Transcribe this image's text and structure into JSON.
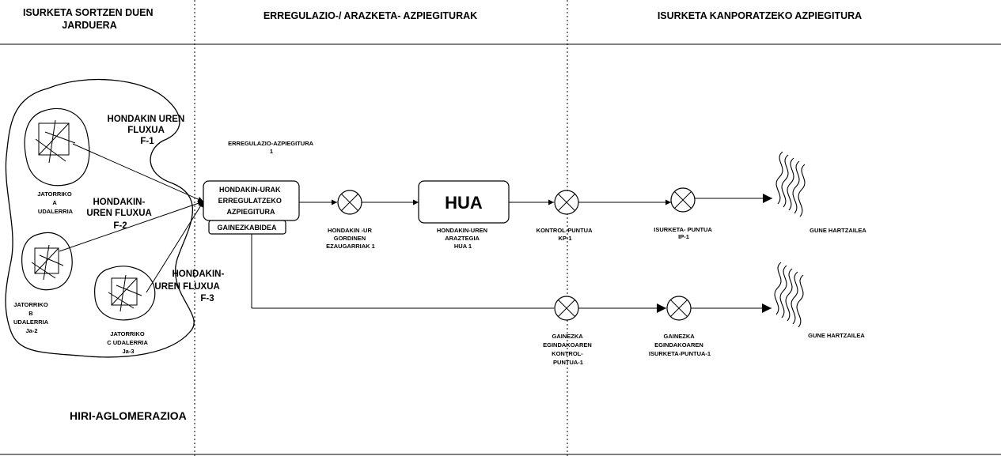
{
  "columns": {
    "col1": [
      "ISURKETA SORTZEN DUEN",
      "JARDUERA"
    ],
    "col2": "ERREGULAZIO-/ ARAZKETA- AZPIEGITURAK",
    "col3": "ISURKETA KANPORATZEKO AZPIEGITURA"
  },
  "agglomeration": "HIRI-AGLOMERAZIOA",
  "flows": {
    "f1": [
      "HONDAKIN UREN",
      "FLUXUA",
      "F-1"
    ],
    "f2": [
      "HONDAKIN-",
      "UREN FLUXUA",
      "F-2"
    ],
    "f3": [
      "HONDAKIN-",
      "UREN FLUXUA",
      "F-3"
    ]
  },
  "sources": {
    "a": [
      "JATORRIKO",
      "A",
      "UDALERRIA"
    ],
    "b": [
      "JATORRIKO",
      "B",
      "UDALERRIA",
      "Ja-2"
    ],
    "c": [
      "JATORRIKO",
      "C UDALERRIA",
      "Ja-3"
    ]
  },
  "regulation": {
    "top_label": [
      "ERREGULAZIO-AZPIEGITURA",
      "1"
    ],
    "box": [
      "HONDAKIN-URAK",
      "ERREGULATZEKO",
      "AZPIEGITURA"
    ],
    "overflow": "GAINEZKABIDEA"
  },
  "nodes": {
    "raw": [
      "HONDAKIN -UR",
      "GORDINEN",
      "EZAUGARRIAK  1"
    ],
    "hua_box": "HUA",
    "hua_label": [
      "HONDAKIN-UREN",
      "ARAZTEGIA",
      "HUA 1"
    ],
    "kp": [
      "KONTROL-PUNTUA",
      "KP-1"
    ],
    "ip": [
      "ISURKETA- PUNTUA",
      "IP-1"
    ],
    "overflow_kp": [
      "GAINEZKA",
      "EGINDAKOAREN",
      "KONTROL-",
      "PUNTUA-1"
    ],
    "overflow_ip": [
      "GAINEZKA",
      "EGINDAKOAREN",
      "ISURKETA-PUNTUA-1"
    ]
  },
  "receivers": {
    "r1": "GUNE HARTZAILEA",
    "r2": "GUNE HARTZAILEA"
  }
}
